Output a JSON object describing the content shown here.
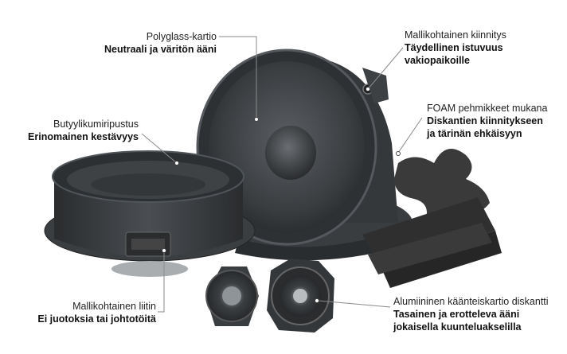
{
  "callouts": {
    "cone": {
      "title": "Polyglass-kartio",
      "desc": "Neutraali ja väritön ääni"
    },
    "mount": {
      "title": "Mallikohtainen kiinnitys",
      "desc": [
        "Täydellinen istuvuus",
        "vakiopaikoille"
      ]
    },
    "surround": {
      "title": "Butyylikumiripustus",
      "desc": "Erinomainen kestävyys"
    },
    "foam": {
      "title": "FOAM pehmikkeet mukana",
      "desc": [
        "Diskantien kiinnitykseen",
        "ja tärinän ehkäisyyn"
      ]
    },
    "connector": {
      "title": "Mallikohtainen liitin",
      "desc": "Ei juotoksia tai johtotöitä"
    },
    "tweeter": {
      "title": "Alumiininen käänteiskartio diskantti",
      "desc": [
        "Tasainen ja erotteleva ääni",
        "jokaisella kuunteluakselilla"
      ]
    }
  },
  "colors": {
    "speaker_dark": "#2b2e31",
    "speaker_mid": "#44484c",
    "foam": "#3a3a3a",
    "leader_line": "#8a8a8a"
  }
}
